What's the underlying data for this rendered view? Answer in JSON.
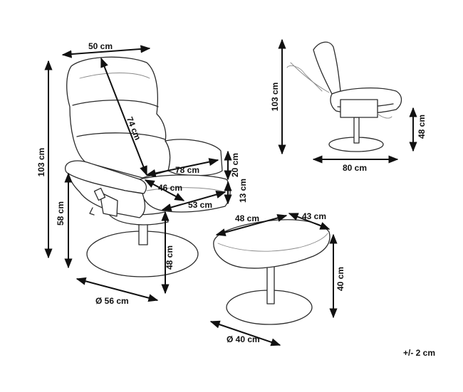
{
  "dimensions": {
    "chair_width": "50 cm",
    "chair_height": "103 cm",
    "backrest_diagonal": "74 cm",
    "seat_depth_diagonal": "78 cm",
    "armrest_height": "20 cm",
    "seat_cushion_height": "13 cm",
    "seat_width": "46 cm",
    "seat_depth": "53 cm",
    "armrest_floor_height": "58 cm",
    "seat_floor_height": "48 cm",
    "chair_base_diameter": "Ø 56 cm",
    "side_height": "103 cm",
    "side_seat_height": "48 cm",
    "side_length": "80 cm",
    "ottoman_width": "48 cm",
    "ottoman_depth": "43 cm",
    "ottoman_height": "40 cm",
    "ottoman_base_diameter": "Ø 40 cm"
  },
  "tolerance": "+/- 2 cm"
}
